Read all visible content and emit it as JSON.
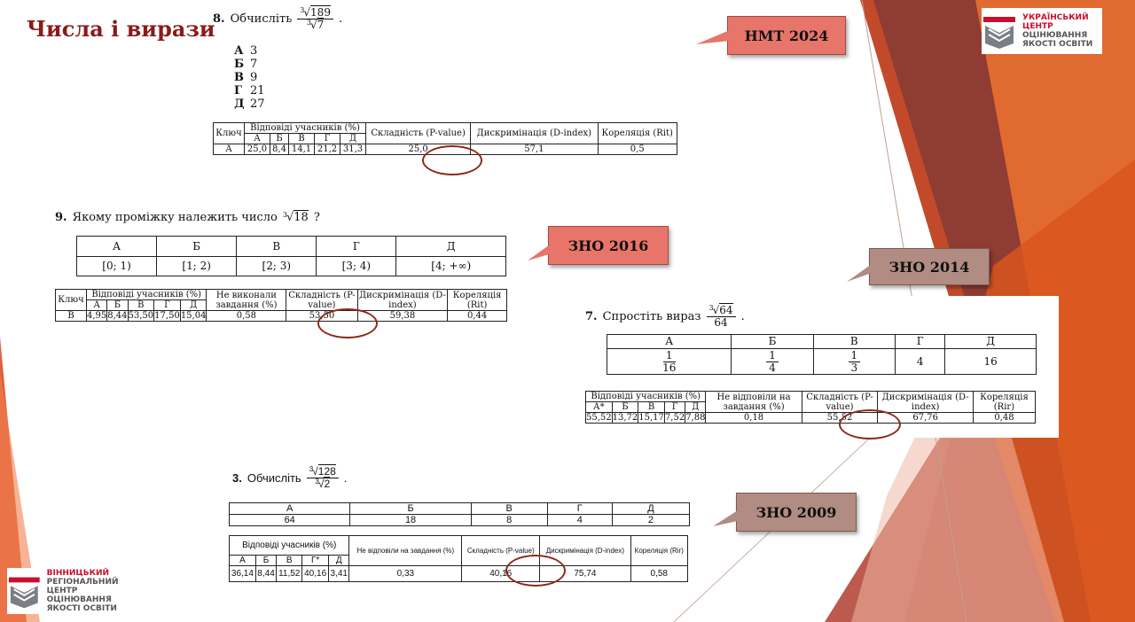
{
  "page_title": "Числа і вирази",
  "colors": {
    "title": "#8b1a1a",
    "callout": "#e8756a",
    "callout_gray": "#b08c82",
    "accent": "#d9441f"
  },
  "q8": {
    "number": "8.",
    "text": "Обчисліть",
    "radical_num": "189",
    "radical_den": "7",
    "root_index": "3",
    "options": [
      {
        "letter": "А",
        "value": "3"
      },
      {
        "letter": "Б",
        "value": "7"
      },
      {
        "letter": "В",
        "value": "9"
      },
      {
        "letter": "Г",
        "value": "21"
      },
      {
        "letter": "Д",
        "value": "27"
      }
    ],
    "stats": {
      "key_header": "Ключ",
      "answers_header": "Відповіді учасників (%)",
      "difficulty_header": "Складність (P-value)",
      "discrimination_header": "Дискримінація (D-index)",
      "correlation_header": "Кореляція (Rit)",
      "letters": [
        "А",
        "Б",
        "В",
        "Г",
        "Д"
      ],
      "key": "А",
      "values": [
        "25,0",
        "8,4",
        "14,1",
        "21,2",
        "31,3"
      ],
      "difficulty": "25,0",
      "discrimination": "57,1",
      "correlation": "0,5"
    }
  },
  "callout_nmt": "НМТ 2024",
  "q9": {
    "number": "9.",
    "text": "Якому проміжку належить число",
    "radicand": "18",
    "root_index": "3",
    "after": "?",
    "letters": [
      "А",
      "Б",
      "В",
      "Г",
      "Д"
    ],
    "options": [
      "[0; 1)",
      "[1; 2)",
      "[2; 3)",
      "[3; 4)",
      "[4; +∞)"
    ],
    "stats": {
      "key_header": "Ключ",
      "answers_header": "Відповіді учасників (%)",
      "not_done_header": "Не виконали завдання (%)",
      "difficulty_header": "Складність (P-value)",
      "discrimination_header": "Дискримінація (D-index)",
      "correlation_header": "Кореляція (Rit)",
      "letters": [
        "А",
        "Б",
        "В",
        "Г",
        "Д"
      ],
      "key": "В",
      "values": [
        "4,95",
        "8,44",
        "53,50",
        "17,50",
        "15,04"
      ],
      "not_done": "0,58",
      "difficulty": "53,50",
      "discrimination": "59,38",
      "correlation": "0,44"
    }
  },
  "callout_2016": "ЗНО 2016",
  "callout_2014": "ЗНО 2014",
  "q7": {
    "number": "7.",
    "text": "Спростіть вираз",
    "radicand": "64",
    "denominator": "64",
    "root_index": "3",
    "letters": [
      "А",
      "Б",
      "В",
      "Г",
      "Д"
    ],
    "options": [
      {
        "num": "1",
        "den": "16"
      },
      {
        "num": "1",
        "den": "4"
      },
      {
        "num": "1",
        "den": "3"
      },
      {
        "plain": "4"
      },
      {
        "plain": "16"
      }
    ],
    "stats": {
      "answers_header": "Відповіді учасників (%)",
      "not_done_header": "Не відповіли на завдання (%)",
      "difficulty_header": "Складність (P-value)",
      "discrimination_header": "Дискримінація (D-index)",
      "correlation_header": "Кореляція (Rir)",
      "letters": [
        "А*",
        "Б",
        "В",
        "Г",
        "Д"
      ],
      "values": [
        "55,52",
        "13,72",
        "15,17",
        "7,52",
        "7,88"
      ],
      "not_done": "0,18",
      "difficulty": "55,52",
      "discrimination": "67,76",
      "correlation": "0,48"
    }
  },
  "q3": {
    "number": "3.",
    "text": "Обчисліть",
    "radical_num": "128",
    "radical_den": "2",
    "root_index": "3",
    "letters": [
      "А",
      "Б",
      "В",
      "Г",
      "Д"
    ],
    "options": [
      "64",
      "18",
      "8",
      "4",
      "2"
    ],
    "stats": {
      "answers_header": "Відповіді учасників (%)",
      "not_done_header": "Не відповіли на завдання (%)",
      "difficulty_header": "Складність (P-value)",
      "discrimination_header": "Дискримінація (D-index)",
      "correlation_header": "Кореляція (Rir)",
      "letters": [
        "А",
        "Б",
        "В",
        "Г*",
        "Д"
      ],
      "values": [
        "36,14",
        "8,44",
        "11,52",
        "40,16",
        "3,41"
      ],
      "not_done": "0,33",
      "difficulty": "40,16",
      "discrimination": "75,74",
      "correlation": "0,58"
    }
  },
  "callout_2009": "ЗНО 2009",
  "logo_ukr": [
    "УКРАЇНСЬКИЙ",
    "ЦЕНТР",
    "ОЦІНЮВАННЯ",
    "ЯКОСТІ ОСВІТИ"
  ],
  "logo_vin": [
    "ВІННИЦЬКИЙ",
    "РЕГІОНАЛЬНИЙ",
    "ЦЕНТР ОЦІНЮВАННЯ",
    "ЯКОСТІ ОСВІТИ"
  ]
}
